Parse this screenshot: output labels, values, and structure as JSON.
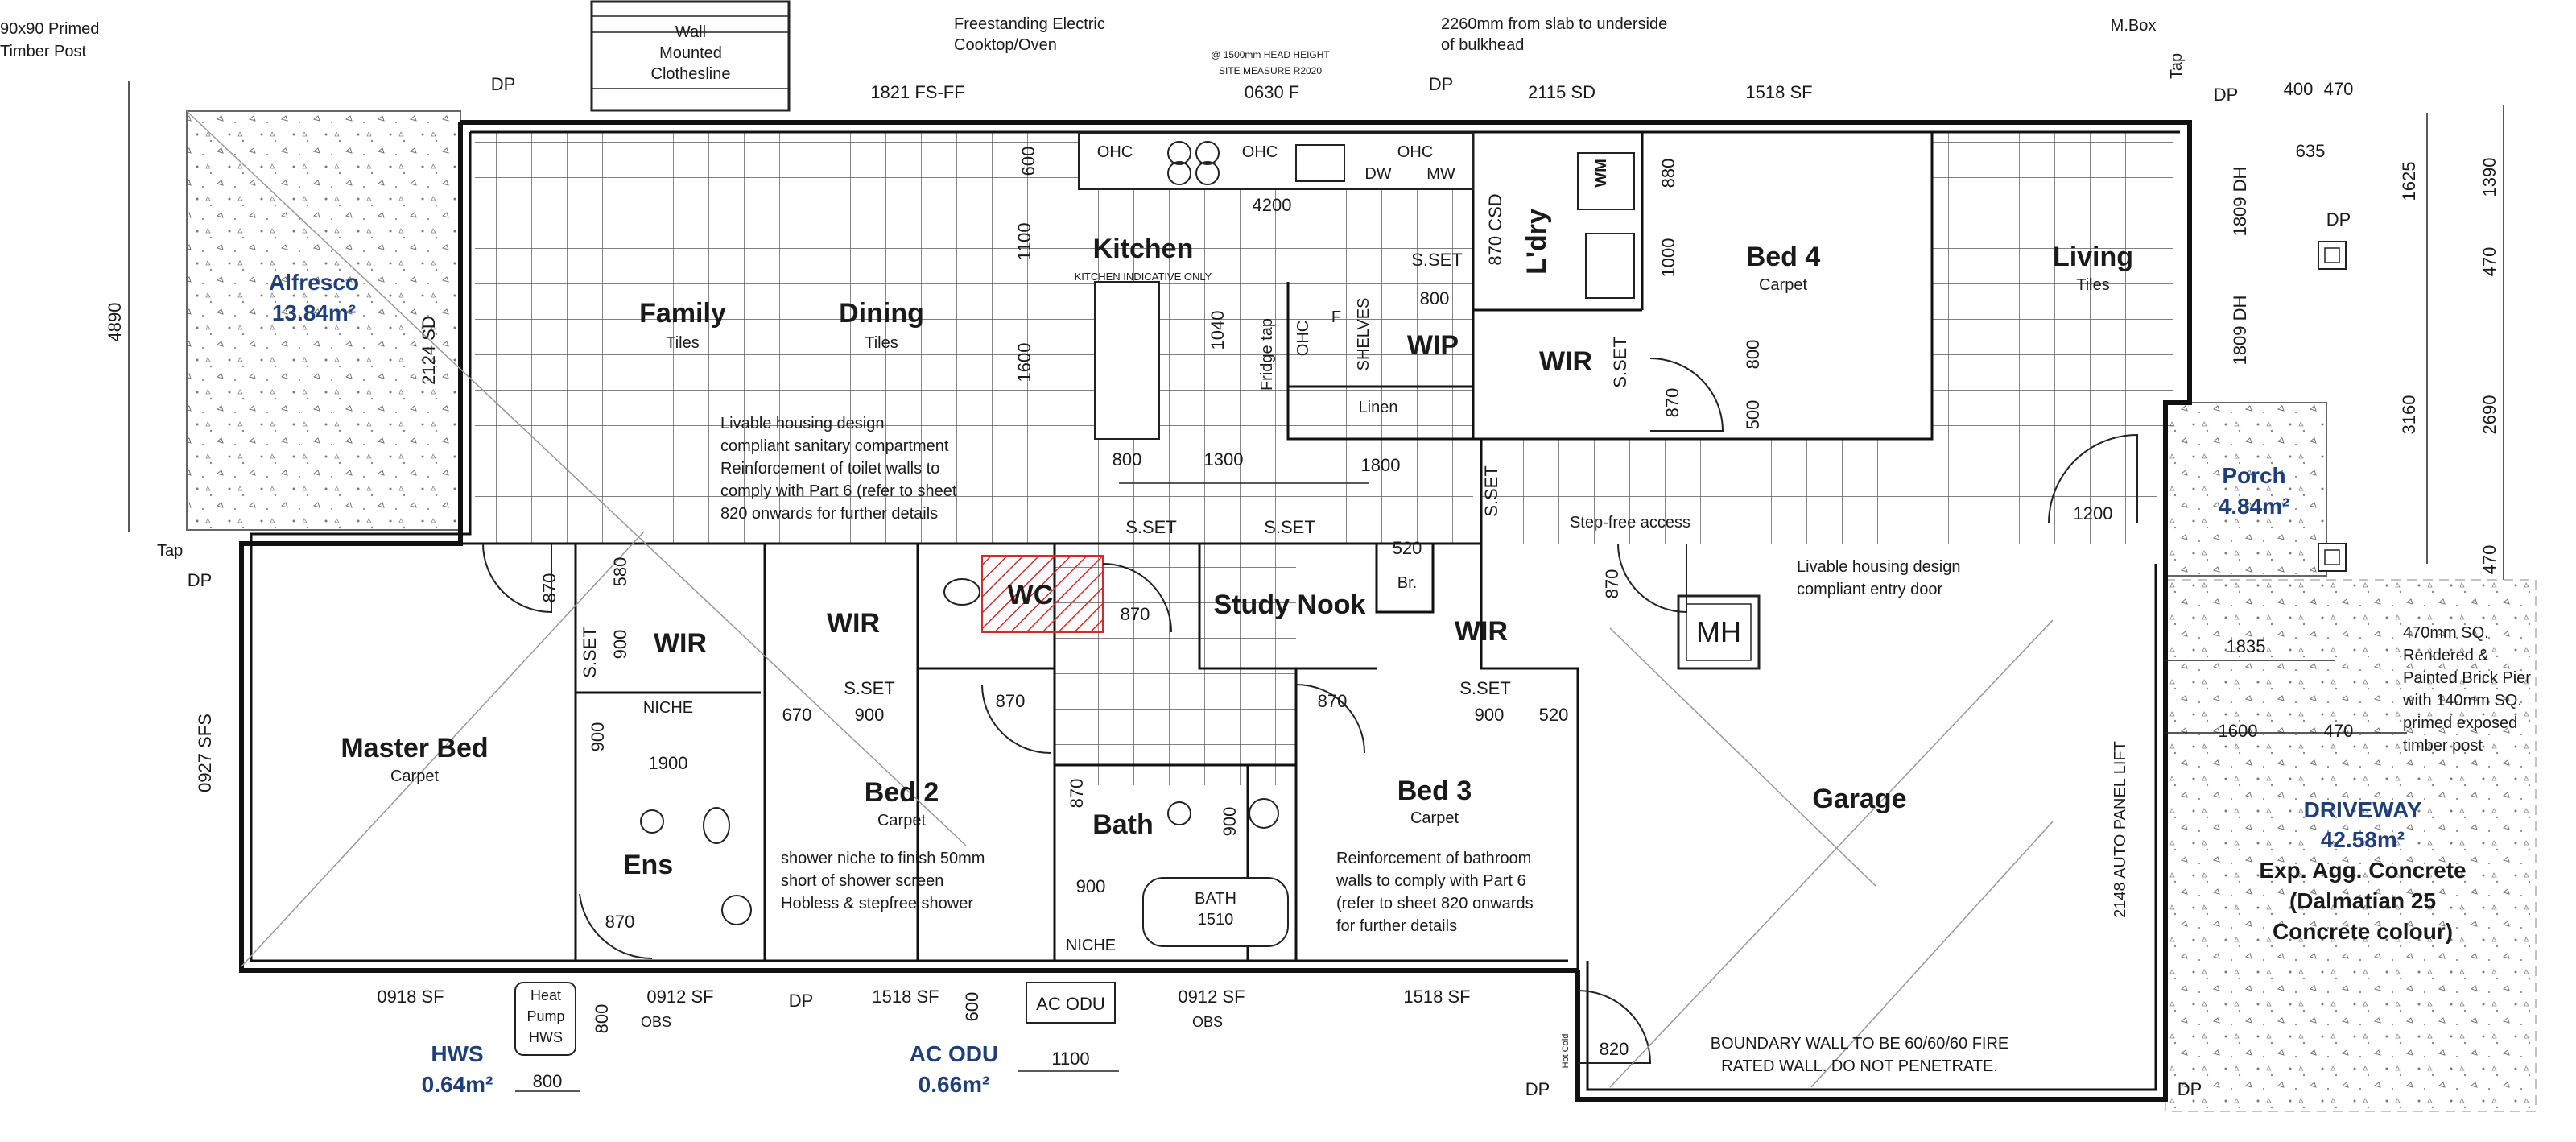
{
  "rooms": {
    "alfresco": {
      "name": "Alfresco",
      "area": "13.84m²"
    },
    "family": {
      "name": "Family",
      "finish": "Tiles"
    },
    "dining": {
      "name": "Dining",
      "finish": "Tiles"
    },
    "kitchen": {
      "name": "Kitchen",
      "note": "KITCHEN INDICATIVE ONLY"
    },
    "laundry": {
      "name": "L'dry"
    },
    "bed4": {
      "name": "Bed 4",
      "finish": "Carpet"
    },
    "living": {
      "name": "Living",
      "finish": "Tiles"
    },
    "master": {
      "name": "Master Bed",
      "finish": "Carpet"
    },
    "wir_master": {
      "name": "WIR"
    },
    "wir_bed2": {
      "name": "WIR"
    },
    "wc": {
      "name": "WC"
    },
    "study": {
      "name": "Study Nook"
    },
    "br": {
      "name": "Br."
    },
    "wir_bed3": {
      "name": "WIR"
    },
    "wir_bed4": {
      "name": "WIR"
    },
    "wip": {
      "name": "WIP"
    },
    "linen": {
      "name": "Linen"
    },
    "shelves": {
      "name": "SHELVES"
    },
    "ens": {
      "name": "Ens"
    },
    "bed2": {
      "name": "Bed 2",
      "finish": "Carpet"
    },
    "bath": {
      "name": "Bath"
    },
    "bath_tub": {
      "line1": "BATH",
      "line2": "1510"
    },
    "bed3": {
      "name": "Bed 3",
      "finish": "Carpet"
    },
    "garage": {
      "name": "Garage"
    },
    "porch": {
      "name": "Porch",
      "area": "4.84m²"
    },
    "driveway": {
      "name": "DRIVEWAY",
      "area": "42.58m²",
      "line1": "Exp. Agg. Concrete",
      "line2": "(Dalmatian 25",
      "line3": "Concrete colour)"
    },
    "hws": {
      "name": "HWS",
      "area": "0.64m²"
    },
    "acodu": {
      "name": "AC ODU",
      "area": "0.66m²"
    }
  },
  "notes": {
    "timber_post": [
      "90x90 Primed",
      "Timber Post"
    ],
    "clothesline": [
      "Wall",
      "Mounted",
      "Clothesline"
    ],
    "cooktop": [
      "Freestanding Electric",
      "Cooktop/Oven"
    ],
    "head_height": [
      "@ 1500mm HEAD HEIGHT",
      "SITE MEASURE R2020"
    ],
    "bulkhead": [
      "2260mm from slab to underside",
      "of bulkhead"
    ],
    "mbox": "M.Box",
    "tap": "Tap",
    "sanitary": [
      "Livable housing design",
      "compliant sanitary compartment",
      "Reinforcement of toilet walls to",
      "comply with Part 6 (refer to sheet",
      "820 onwards for further details"
    ],
    "entry_door": [
      "Livable housing design",
      "compliant entry door"
    ],
    "step_free": "Step-free access",
    "brick_pier": [
      "470mm SQ.",
      "Rendered &",
      "Painted Brick Pier",
      "with 140mm SQ.",
      "primed exposed",
      "timber post"
    ],
    "shower_niche": [
      "shower niche to finish 50mm",
      "short of shower screen",
      "Hobless & stepfree shower"
    ],
    "bath_reinf": [
      "Reinforcement of bathroom",
      "walls to comply with Part 6",
      "(refer to sheet 820 onwards",
      "for further details"
    ],
    "boundary": [
      "BOUNDARY WALL TO BE 60/60/60 FIRE",
      "RATED WALL. DO NOT PENETRATE."
    ],
    "garage_door": "2148 AUTO PANEL LIFT",
    "heat_pump": [
      "Heat",
      "Pump",
      "HWS"
    ],
    "ac_odu_box": "AC ODU",
    "mh": "MH",
    "niche": "NICHE",
    "niche2": "NICHE",
    "wm": "WM",
    "fridge_tap": "Fridge tap",
    "obs1": "OBS",
    "obs2": "OBS",
    "hot_cold": "Hot Cold"
  },
  "dimensions": {
    "top": [
      "1821 FS-FF",
      "0630 F",
      "2115 SD",
      "1518 SF"
    ],
    "bottom": [
      "0918 SF",
      "0912 SF",
      "1518 SF",
      "0912 SF",
      "1518 SF"
    ],
    "dp": "DP",
    "ssset": "S.SET",
    "misc": {
      "d4200": "4200",
      "d600": "600",
      "d1100": "1100",
      "d1600": "1600",
      "d1040": "1040",
      "d800a": "800",
      "d1300": "1300",
      "d1800": "1800",
      "d870a": "870",
      "d870b": "870",
      "d870c": "870",
      "d870d": "870",
      "d870e": "870",
      "d870f": "870",
      "d520": "520",
      "d580": "580",
      "d900a": "900",
      "d900b": "900",
      "d900c": "900",
      "d900d": "900",
      "d1900": "1900",
      "d670": "670",
      "d520b": "520",
      "d1200": "1200",
      "d880": "880",
      "d1000": "1000",
      "d800b": "800",
      "d500": "500",
      "d870csd": "870 CSD",
      "d800wip": "800",
      "d4890": "4890",
      "d2124": "2124 SD",
      "d0927": "0927 SFS",
      "d1809a": "1809 DH",
      "d1809b": "1809 DH",
      "d400": "400",
      "d470a": "470",
      "d635": "635",
      "d1625": "1625",
      "d1390": "1390",
      "d470b": "470",
      "d3160": "3160",
      "d2690": "2690",
      "d470c": "470",
      "d1835": "1835",
      "d1600b": "1600",
      "d470d": "470",
      "d800c": "800",
      "d1100b": "1100",
      "d820": "820",
      "d600b": "600",
      "d800hws": "800",
      "d900bath": "900",
      "d900e": "900",
      "d870ens": "870",
      "d870bath": "870"
    }
  },
  "appliances": {
    "ohc": "OHC",
    "dw": "DW",
    "mw": "MW",
    "f": "F"
  },
  "colors": {
    "ink": "#1a1a1a",
    "label_blue": "#1f3f7a",
    "wc_hatch": "#d42a2a"
  }
}
